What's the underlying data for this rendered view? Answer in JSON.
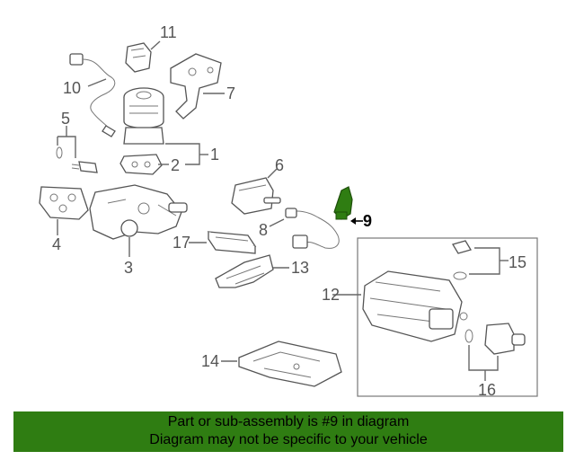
{
  "callouts": {
    "c1": "1",
    "c2": "2",
    "c3": "3",
    "c4": "4",
    "c5": "5",
    "c6": "6",
    "c7": "7",
    "c8": "8",
    "c9": "9",
    "c10": "10",
    "c11": "11",
    "c12": "12",
    "c13": "13",
    "c14": "14",
    "c15": "15",
    "c16": "16",
    "c17": "17"
  },
  "highlight": {
    "part_number": "9",
    "color": "#2f7d12"
  },
  "banner": {
    "line1": "Part or sub-assembly is #9 in diagram",
    "line2": "Diagram may not be specific to your vehicle",
    "background": "#2f7d12"
  }
}
